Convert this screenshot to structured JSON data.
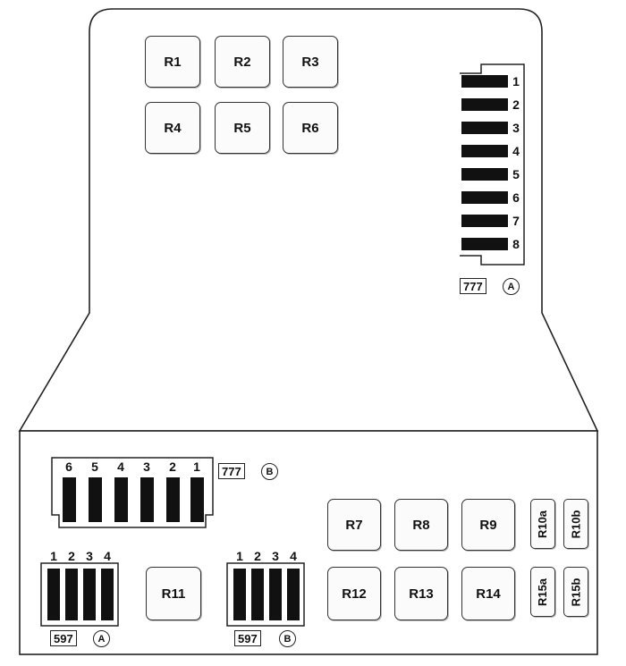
{
  "relays_top": [
    {
      "id": "r1",
      "label": "R1"
    },
    {
      "id": "r2",
      "label": "R2"
    },
    {
      "id": "r3",
      "label": "R3"
    },
    {
      "id": "r4",
      "label": "R4"
    },
    {
      "id": "r5",
      "label": "R5"
    },
    {
      "id": "r6",
      "label": "R6"
    }
  ],
  "relays_bottom": [
    {
      "id": "r7",
      "label": "R7"
    },
    {
      "id": "r8",
      "label": "R8"
    },
    {
      "id": "r9",
      "label": "R9"
    },
    {
      "id": "r11",
      "label": "R11"
    },
    {
      "id": "r12",
      "label": "R12"
    },
    {
      "id": "r13",
      "label": "R13"
    },
    {
      "id": "r14",
      "label": "R14"
    }
  ],
  "relays_small": [
    {
      "id": "r10a",
      "label": "R10a"
    },
    {
      "id": "r10b",
      "label": "R10b"
    },
    {
      "id": "r15a",
      "label": "R15a"
    },
    {
      "id": "r15b",
      "label": "R15b"
    }
  ],
  "connector_777a": {
    "code": "777",
    "letter": "A",
    "pins": [
      "1",
      "2",
      "3",
      "4",
      "5",
      "6",
      "7",
      "8"
    ]
  },
  "connector_777b": {
    "code": "777",
    "letter": "B",
    "pins": [
      "6",
      "5",
      "4",
      "3",
      "2",
      "1"
    ]
  },
  "connector_597a": {
    "code": "597",
    "letter": "A",
    "pins": [
      "1",
      "2",
      "3",
      "4"
    ]
  },
  "connector_597b": {
    "code": "597",
    "letter": "B",
    "pins": [
      "1",
      "2",
      "3",
      "4"
    ]
  }
}
